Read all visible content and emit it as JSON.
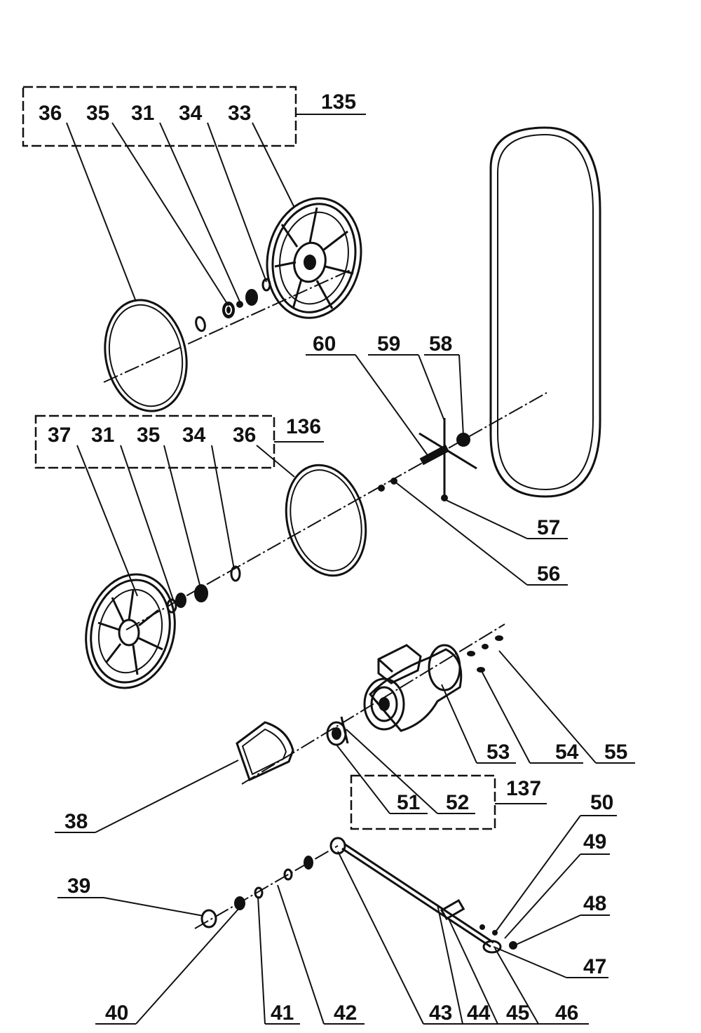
{
  "callouts": [
    {
      "id": "c135",
      "text": "135"
    },
    {
      "id": "c36a",
      "text": "36"
    },
    {
      "id": "c35a",
      "text": "35"
    },
    {
      "id": "c31a",
      "text": "31"
    },
    {
      "id": "c34a",
      "text": "34"
    },
    {
      "id": "c33",
      "text": "33"
    },
    {
      "id": "c60",
      "text": "60"
    },
    {
      "id": "c59",
      "text": "59"
    },
    {
      "id": "c58",
      "text": "58"
    },
    {
      "id": "c136",
      "text": "136"
    },
    {
      "id": "c37",
      "text": "37"
    },
    {
      "id": "c31b",
      "text": "31"
    },
    {
      "id": "c35b",
      "text": "35"
    },
    {
      "id": "c34b",
      "text": "34"
    },
    {
      "id": "c36b",
      "text": "36"
    },
    {
      "id": "c57",
      "text": "57"
    },
    {
      "id": "c56",
      "text": "56"
    },
    {
      "id": "c53",
      "text": "53"
    },
    {
      "id": "c54",
      "text": "54"
    },
    {
      "id": "c55",
      "text": "55"
    },
    {
      "id": "c38",
      "text": "38"
    },
    {
      "id": "c51",
      "text": "51"
    },
    {
      "id": "c52",
      "text": "52"
    },
    {
      "id": "c137",
      "text": "137"
    },
    {
      "id": "c50",
      "text": "50"
    },
    {
      "id": "c49",
      "text": "49"
    },
    {
      "id": "c48",
      "text": "48"
    },
    {
      "id": "c39",
      "text": "39"
    },
    {
      "id": "c47",
      "text": "47"
    },
    {
      "id": "c40",
      "text": "40"
    },
    {
      "id": "c41",
      "text": "41"
    },
    {
      "id": "c42",
      "text": "42"
    },
    {
      "id": "c43",
      "text": "43"
    },
    {
      "id": "c44",
      "text": "44"
    },
    {
      "id": "c45",
      "text": "45"
    },
    {
      "id": "c46",
      "text": "46"
    }
  ]
}
